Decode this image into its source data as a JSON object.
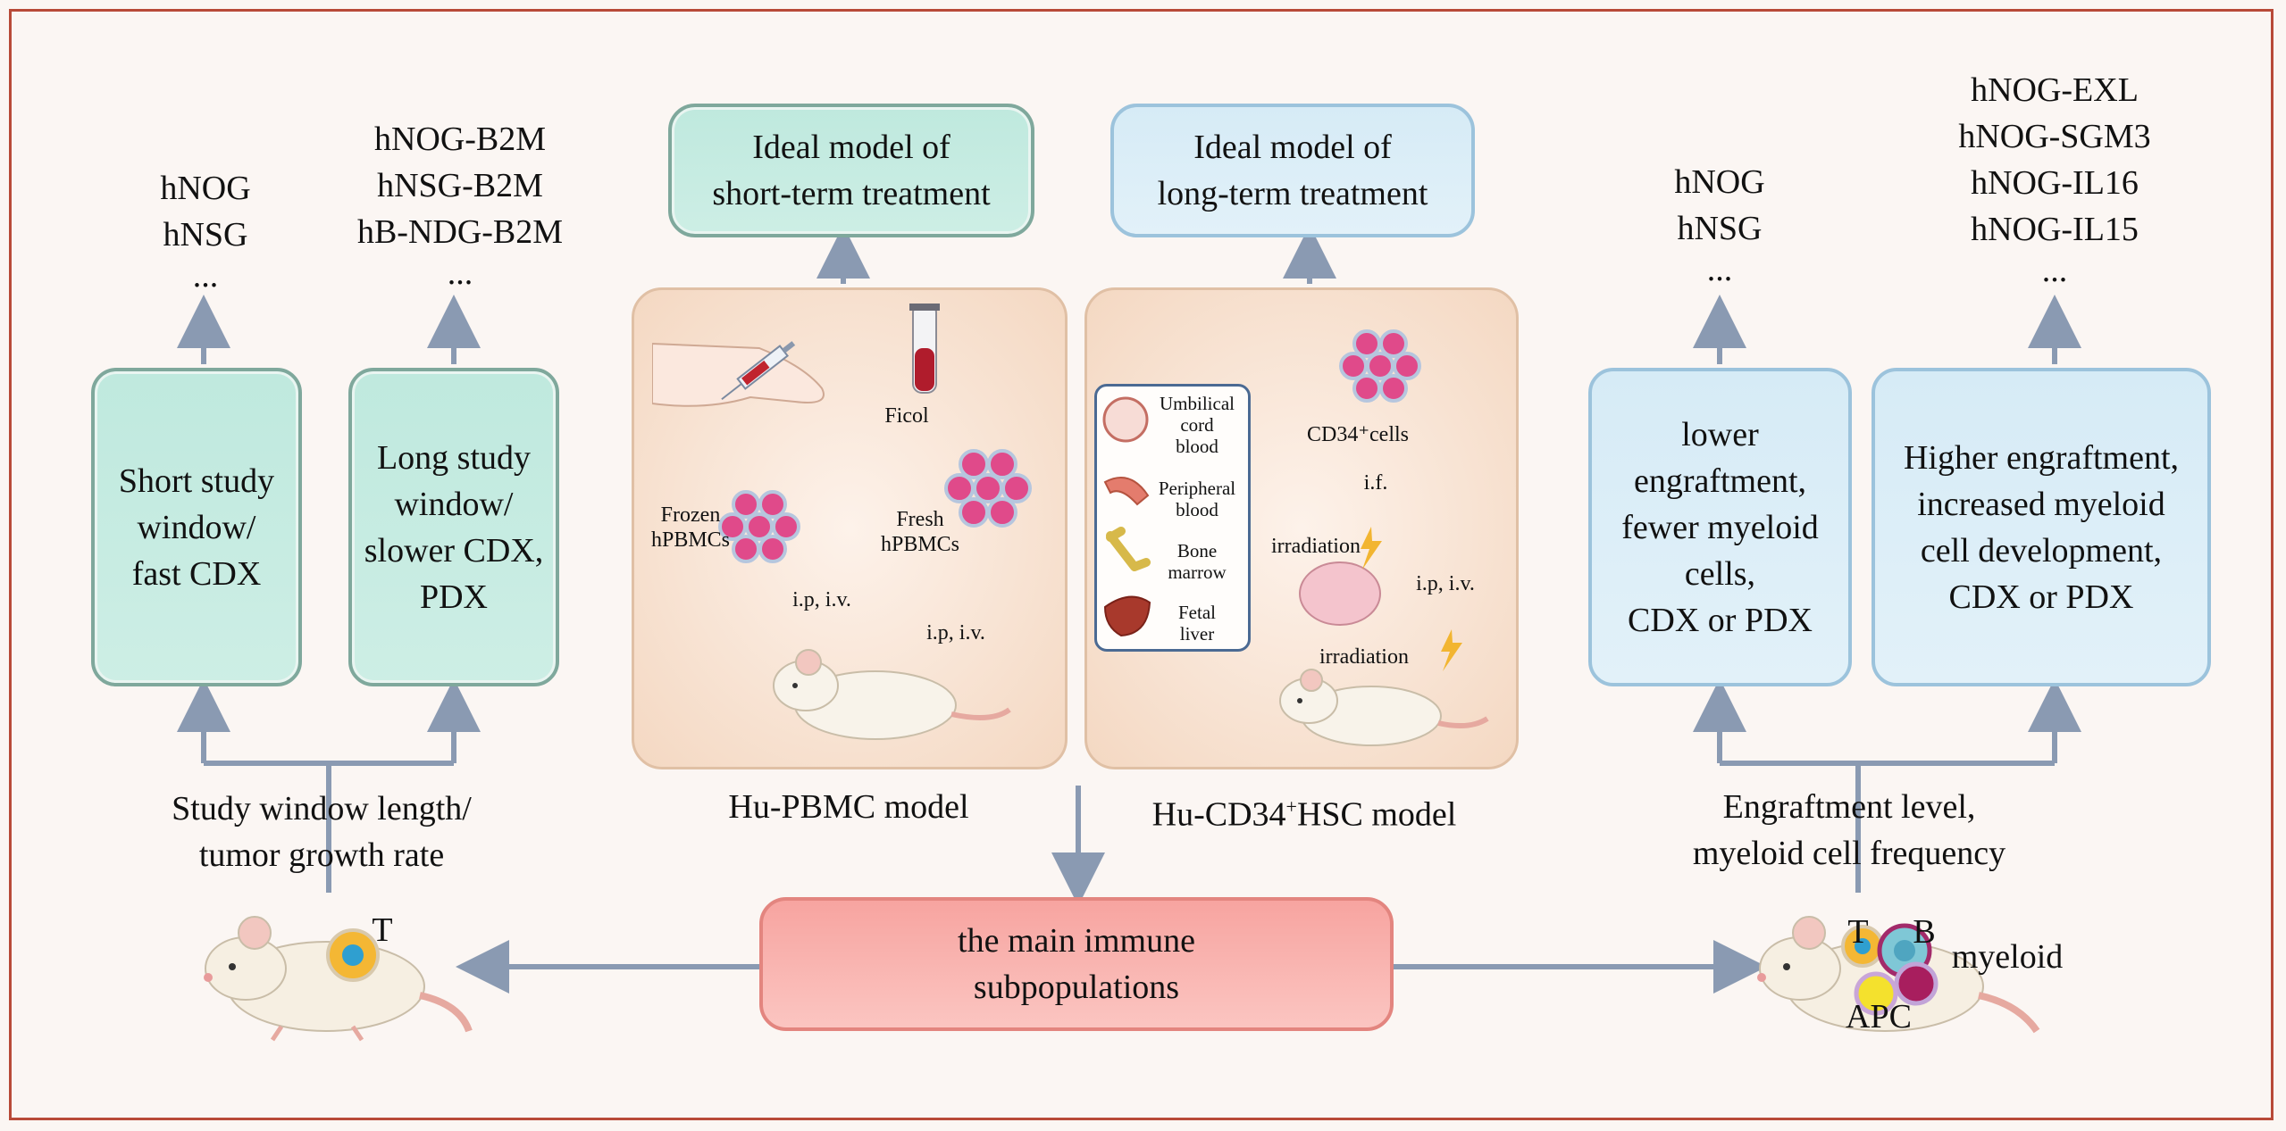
{
  "left_models": {
    "col1": [
      "hNOG",
      "hNSG",
      "..."
    ],
    "col2": [
      "hNOG-B2M",
      "hNSG-B2M",
      "hB-NDG-B2M",
      "..."
    ]
  },
  "right_models": {
    "col1": [
      "hNOG",
      "hNSG",
      "..."
    ],
    "col2": [
      "hNOG-EXL",
      "hNOG-SGM3",
      "hNOG-IL16",
      "hNOG-IL15",
      "..."
    ]
  },
  "boxes": {
    "short_window": [
      "Short study",
      "window/",
      "fast CDX"
    ],
    "long_window": [
      "Long study",
      "window/",
      "slower CDX,",
      "PDX"
    ],
    "lower_engraftment": [
      "lower",
      "engraftment,",
      "fewer myeloid",
      "cells,",
      "CDX or PDX"
    ],
    "higher_engraftment": [
      "Higher engraftment,",
      "increased myeloid",
      "cell development,",
      "CDX or PDX"
    ],
    "ideal_short": [
      "Ideal model of",
      "short-term treatment"
    ],
    "ideal_long": [
      "Ideal model of",
      "long-term treatment"
    ],
    "main_immune": [
      "the main immune",
      "subpopulations"
    ]
  },
  "pbmc_panel": {
    "ficol": "Ficol",
    "frozen": [
      "Frozen",
      "hPBMCs"
    ],
    "fresh": [
      "Fresh",
      "hPBMCs"
    ],
    "route1": "i.p, i.v.",
    "route2": "i.p, i.v."
  },
  "hsc_panel": {
    "cd34": "CD34⁺cells",
    "if": "i.f.",
    "irradiation1": "irradiation",
    "irradiation2": "irradiation",
    "route": "i.p, i.v.",
    "sources": [
      [
        "Umbilical",
        "cord",
        "blood"
      ],
      [
        "Peripheral",
        "blood"
      ],
      [
        "Bone",
        "marrow"
      ],
      [
        "Fetal",
        "liver"
      ]
    ]
  },
  "captions": {
    "left": [
      "Study window length/",
      "tumor growth rate"
    ],
    "pbmc": "Hu-PBMC model",
    "hsc_pre": "Hu-CD34",
    "hsc_sup": "+",
    "hsc_post": "HSC model",
    "right": [
      "Engraftment level,",
      "myeloid cell frequency"
    ]
  },
  "mouse_labels": {
    "left_T": "T",
    "right_T": "T",
    "right_B": "B",
    "right_myeloid": "myeloid",
    "right_APC": "APC"
  },
  "colors": {
    "frame": "#b84a38",
    "arrow": "#8a9ab2",
    "green_box": "#c6ebe1",
    "blue_box": "#dbedf7",
    "pink_box": "#f9b3ae"
  }
}
